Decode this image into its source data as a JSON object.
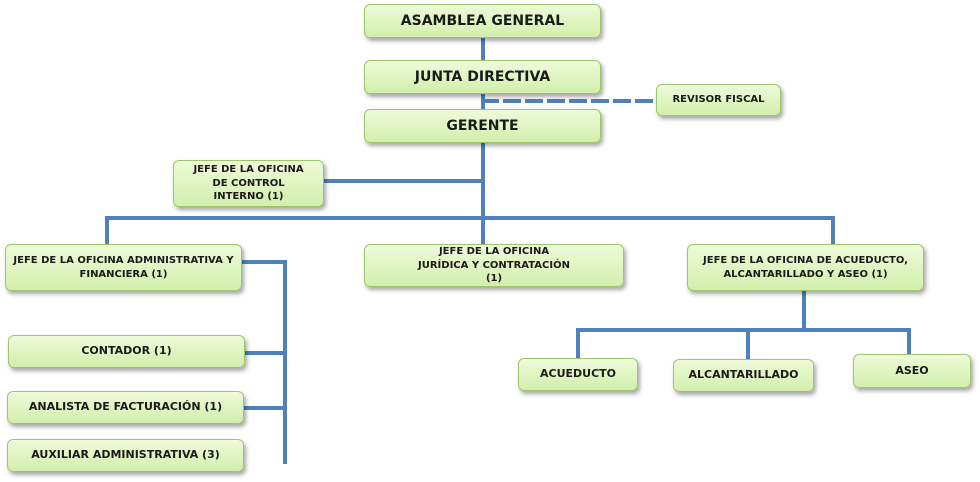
{
  "nodes": {
    "asamblea": "ASAMBLEA GENERAL",
    "junta": "JUNTA DIRECTIVA",
    "revisor": "REVISOR FISCAL",
    "gerente": "GERENTE",
    "control_interno": "JEFE DE LA OFICINA DE CONTROL INTERNO (1)",
    "administrativa": "JEFE DE LA OFICINA ADMINISTRATIVA Y FINANCIERA (1)",
    "juridica": "JEFE DE LA OFICINA JURÍDICA Y CONTRATACIÓN (1)",
    "acueducto_jefe": "JEFE DE LA OFICINA DE ACUEDUCTO, ALCANTARILLADO Y ASEO (1)",
    "contador": "CONTADOR (1)",
    "analista": "ANALISTA DE FACTURACIÓN (1)",
    "auxiliar": "AUXILIAR ADMINISTRATIVA (3)",
    "acueducto": "ACUEDUCTO",
    "alcantarillado": "ALCANTARILLADO",
    "aseo": "ASEO"
  },
  "colors": {
    "connector": "#4f81bd",
    "box_top": "#eefbd9",
    "box_bottom": "#d2efac",
    "box_border": "#9fc46e"
  }
}
